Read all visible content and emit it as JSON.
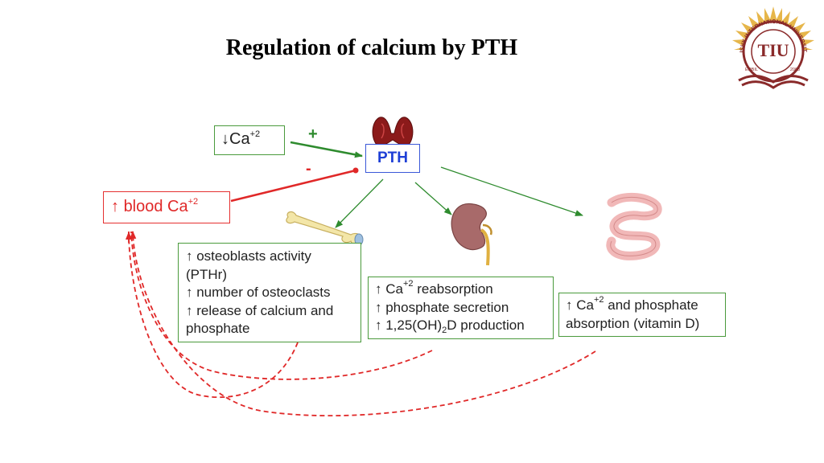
{
  "title": "Regulation of calcium by PTH",
  "logo": {
    "arc_text": "TISHK INTERNATIONAL UNIVERSITY",
    "monogram": "TIU",
    "city": "ERBIL",
    "year": "2008"
  },
  "nodes": {
    "low_ca": {
      "arrow": "↓",
      "text": "Ca",
      "sup": "+2"
    },
    "high_blood_ca": {
      "arrow": "↑",
      "text": "blood Ca",
      "sup": "+2"
    },
    "pth": {
      "label": "PTH"
    },
    "bone": {
      "lines": [
        "↑ osteoblasts activity",
        "(PTHr)",
        "↑ number of osteoclasts",
        "↑ release of calcium and",
        "phosphate"
      ]
    },
    "kidney": {
      "line1_pre": "↑ Ca",
      "line1_sup": "+2",
      "line1_post": " reabsorption",
      "line2": "↑ phosphate secretion",
      "line3_pre": "↑ 1,25(OH)",
      "line3_sub": "2",
      "line3_post": "D  production"
    },
    "intestine": {
      "line1_pre": "↑ Ca",
      "line1_sup": "+2",
      "line1_post": " and phosphate",
      "line2": "absorption (vitamin D)"
    }
  },
  "signs": {
    "stimulate": "+",
    "inhibit": "-"
  },
  "icons": [
    "thyroid-gland-icon",
    "bone-icon",
    "kidney-icon",
    "intestine-icon"
  ],
  "colors": {
    "green": "#2e8b2e",
    "red": "#e02828",
    "blue": "#1e3fd6"
  }
}
